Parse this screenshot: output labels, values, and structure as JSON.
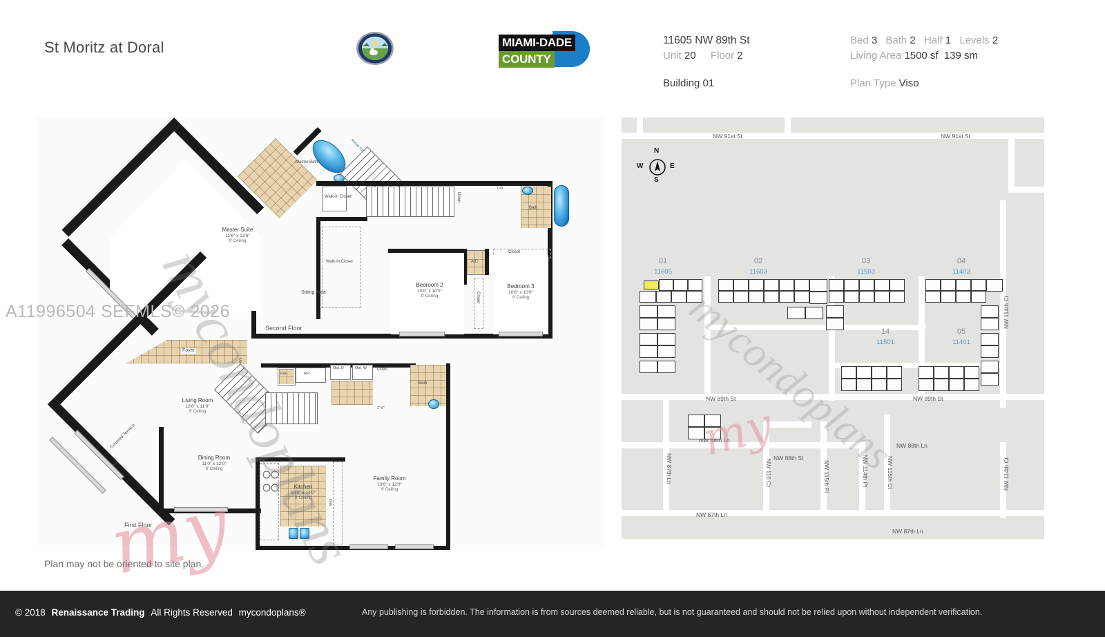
{
  "header": {
    "project_title": "St Moritz at Doral",
    "city_seal_icon": "city-seal-icon",
    "county_logo": {
      "line1": "MIAMI-DADE",
      "line2": "COUNTY"
    },
    "address": {
      "street": "11605 NW 89th St",
      "unit_label": "Unit",
      "unit_value": "20",
      "floor_label": "Floor",
      "floor_value": "2",
      "building_label": "Building",
      "building_value": "01"
    },
    "stats": {
      "bed_label": "Bed",
      "bed_value": "3",
      "bath_label": "Bath",
      "bath_value": "2",
      "half_label": "Half",
      "half_value": "1",
      "levels_label": "Levels",
      "levels_value": "2",
      "living_area_label": "Living Area",
      "living_area_sf": "1500 sf",
      "living_area_sm": "139 sm",
      "plan_type_label": "Plan Type",
      "plan_type_value": "Viso"
    }
  },
  "watermarks": {
    "grey_text": "mycondoplans",
    "pink_text": "my",
    "pink_map_text": "my",
    "mls_stamp": "A11996504  SEFMLS© 2026"
  },
  "floorplan": {
    "note": "Plan may not be oriented to site plan.",
    "second_floor_caption": "Second Floor",
    "first_floor_caption": "First Floor",
    "second_floor_rooms": [
      {
        "name": "Master Suite",
        "dim": "11'6\" x 13'6\"",
        "ceiling": "9' Ceiling"
      },
      {
        "name": "Bedroom 2",
        "dim": "10'0\" x 10'0\"",
        "ceiling": "9' Ceiling"
      },
      {
        "name": "Bedroom 3",
        "dim": "10'6\" x 10'0\"",
        "ceiling": "9' Ceiling"
      }
    ],
    "second_floor_labels": [
      "Master Bath",
      "Roman Tub",
      "Walk-In Closet",
      "Walk-In Closet",
      "Sitting Area",
      "Down",
      "Lin.",
      "Bath",
      "Closet",
      "Closet",
      "A/C"
    ],
    "first_floor_rooms": [
      {
        "name": "Living Room",
        "dim": "12'6\" x 11'0\"",
        "ceiling": "9' Ceiling"
      },
      {
        "name": "Dining Room",
        "dim": "11'0\" x 12'0\"",
        "ceiling": "9' Ceiling"
      },
      {
        "name": "Kitchen",
        "dim": "10'0\" x 14'0\"",
        "ceiling": "9' Ceiling"
      },
      {
        "name": "Family Room",
        "dim": "13'6\" x 12'0\"",
        "ceiling": "9' Ceiling"
      }
    ],
    "first_floor_labels": [
      "Foyer",
      "Covered Terrace",
      "Up",
      "Pan.",
      "Ref.",
      "Opt. D",
      "Opt. W",
      "Linen",
      "Bath",
      "D/W",
      "2'-6\""
    ]
  },
  "map": {
    "compass": {
      "n": "N",
      "e": "E",
      "s": "S",
      "w": "W"
    },
    "buildings": [
      {
        "num": "01",
        "addr": "11605"
      },
      {
        "num": "02",
        "addr": "11603"
      },
      {
        "num": "03",
        "addr": "11503"
      },
      {
        "num": "04",
        "addr": "11403"
      },
      {
        "num": "14",
        "addr": "11501"
      },
      {
        "num": "05",
        "addr": "11401"
      }
    ],
    "roads": [
      "NW 91st St",
      "NW 91st St",
      "NW 89th St",
      "NW 89th St",
      "NW 88th Ln",
      "NW 88th Ln",
      "NW 87th Ln",
      "NW 87th Ln",
      "NW 87th Ln",
      "NW 116 Ct",
      "NW 88th St",
      "NW 115th Pl",
      "NW 115th Ct",
      "NW 114th Pl",
      "NW 114th Ct",
      "NW 114th Ct"
    ]
  },
  "footer": {
    "copyright_symbol": "© 2018",
    "company": "Renaissance Trading",
    "rights": "All Rights Reserved",
    "brand": "mycondoplans®",
    "disclaimer": "Any publishing is forbidden.  The information is from sources deemed reliable, but is not guaranteed and should not be relied upon without independent verification."
  }
}
